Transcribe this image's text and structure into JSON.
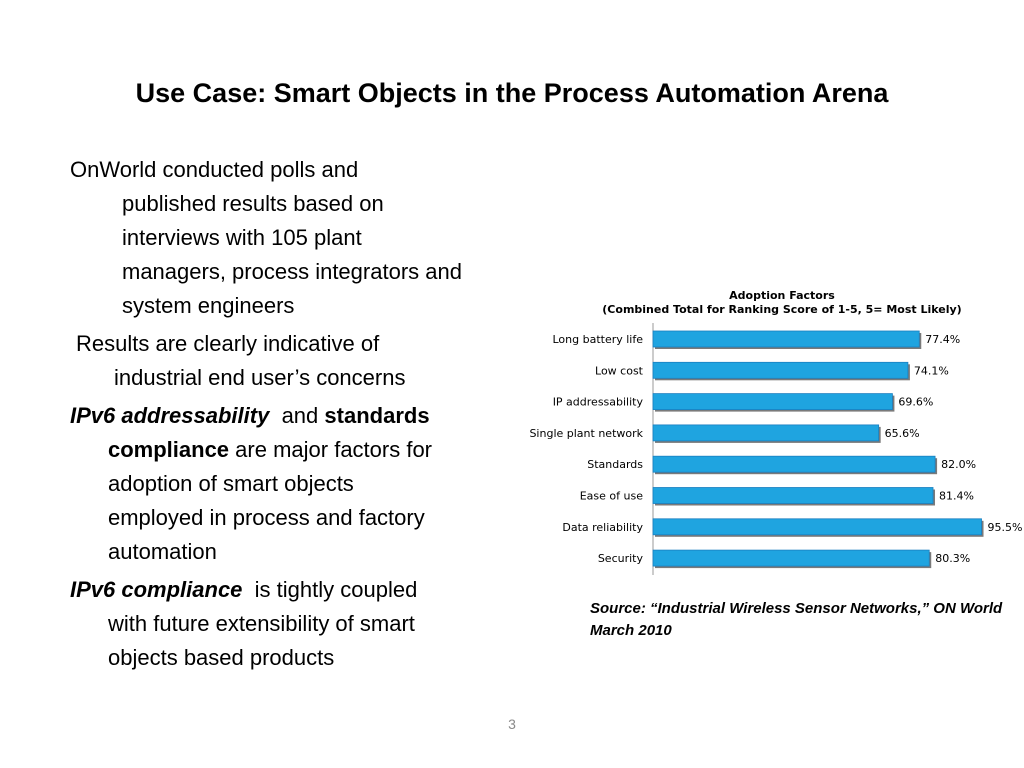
{
  "slide": {
    "title": "Use Case: Smart Objects in the Process Automation Arena",
    "page_number": "3",
    "source": "Source: “Industrial Wireless Sensor Networks,” ON World March 2010"
  },
  "body": {
    "p1_line1": "OnWorld conducted polls and",
    "p1_rest": [
      "published results based on",
      "interviews with 105 plant",
      "managers, process integrators and",
      "system engineers"
    ],
    "p2_line1": "Results are clearly indicative of",
    "p2_rest": [
      "industrial end user’s concerns"
    ],
    "p3_term1": "IPv6 addressability",
    "p3_and": "and",
    "p3_term2a": "standards",
    "p3_term2b": "compliance",
    "p3_after": "are major factors for",
    "p3_rest": [
      "adoption of smart objects",
      "employed in process and factory",
      "automation"
    ],
    "p4_term": "IPv6 compliance",
    "p4_after": "is tightly coupled",
    "p4_rest": [
      "with future extensibility of smart",
      "objects based products"
    ]
  },
  "chart_data": {
    "type": "bar",
    "orientation": "horizontal",
    "title": "Adoption Factors",
    "subtitle": "(Combined Total for Ranking Score of 1-5, 5= Most Likely)",
    "categories": [
      "Long battery life",
      "Low cost",
      "IP addressability",
      "Single plant network",
      "Standards",
      "Ease of use",
      "Data reliability",
      "Security"
    ],
    "values": [
      77.4,
      74.1,
      69.6,
      65.6,
      82.0,
      81.4,
      95.5,
      80.3
    ],
    "value_labels": [
      "77.4%",
      "74.1%",
      "69.6%",
      "65.6%",
      "82.0%",
      "81.4%",
      "95.5%",
      "80.3%"
    ],
    "xlim": [
      0,
      100
    ],
    "grid": false,
    "bar_color": "#1fa4e0",
    "bar_edge_color": "#1a7fc0",
    "bar_shadow_color": "#7a7a7a"
  }
}
